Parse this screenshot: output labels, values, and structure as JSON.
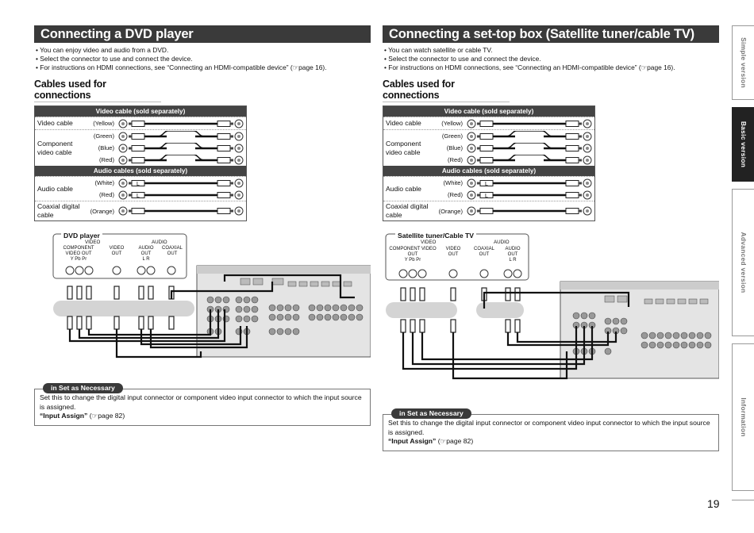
{
  "left": {
    "title": "Connecting a DVD player",
    "bullets": [
      "You can enjoy video and audio from a DVD.",
      "Select the connector to use and connect the device.",
      "For instructions on HDMI connections, see “Connecting an HDMI-compatible device” (☞page 16)."
    ],
    "cables_heading": "Cables used for connections",
    "video_header": "Video cable (sold separately)",
    "audio_header": "Audio cables (sold separately)",
    "video_cable": "Video cable",
    "component": "Component video cable",
    "audio_cable": "Audio cable",
    "coaxial": "Coaxial digital cable",
    "colors": {
      "yellow": "(Yellow)",
      "green": "(Green)",
      "blue": "(Blue)",
      "red": "(Red)",
      "white": "(White)",
      "red2": "(Red)",
      "orange": "(Orange)"
    },
    "device": "DVD player",
    "group_video": "VIDEO",
    "group_audio": "AUDIO",
    "conn1": "COMPONENT VIDEO OUT",
    "conn1_sub": "Y   Pb   Pr",
    "conn2": "VIDEO OUT",
    "conn3": "AUDIO OUT",
    "conn3_sub": "L    R",
    "conn4": "COAXIAL OUT",
    "necessary_tag": "in Set as Necessary",
    "necessary_text": "Set this to change the digital input connector or component video input connector to which the input source is assigned.",
    "necessary_ref_bold": "“Input Assign”",
    "necessary_ref": " (☞page 82)"
  },
  "right": {
    "title": "Connecting a set-top box (Satellite tuner/cable TV)",
    "bullets": [
      "You can watch satellite or cable TV.",
      "Select the connector to use and connect the device.",
      "For instructions on HDMI connections, see “Connecting an HDMI-compatible device” (☞page 16)."
    ],
    "cables_heading": "Cables used for connections",
    "video_header": "Video cable (sold separately)",
    "audio_header": "Audio cables (sold separately)",
    "video_cable": "Video cable",
    "component": "Component video cable",
    "audio_cable": "Audio cable",
    "coaxial": "Coaxial digital cable",
    "colors": {
      "yellow": "(Yellow)",
      "green": "(Green)",
      "blue": "(Blue)",
      "red": "(Red)",
      "white": "(White)",
      "red2": "(Red)",
      "orange": "(Orange)"
    },
    "device": "Satellite tuner/Cable TV",
    "group_video": "VIDEO",
    "group_audio": "AUDIO",
    "conn1": "COMPONENT VIDEO OUT",
    "conn1_sub": "Y   Pb   Pr",
    "conn2": "VIDEO OUT",
    "conn3": "COAXIAL OUT",
    "conn4": "AUDIO OUT",
    "conn4_sub": "L    R",
    "necessary_tag": "in Set as Necessary",
    "necessary_text": "Set this to change the digital input connector or component video input connector to which the input source is assigned.",
    "necessary_ref_bold": "“Input Assign”",
    "necessary_ref": " (☞page 82)"
  },
  "tabs": [
    "Simple version",
    "Basic version",
    "Advanced version",
    "Information"
  ],
  "page_number": "19"
}
